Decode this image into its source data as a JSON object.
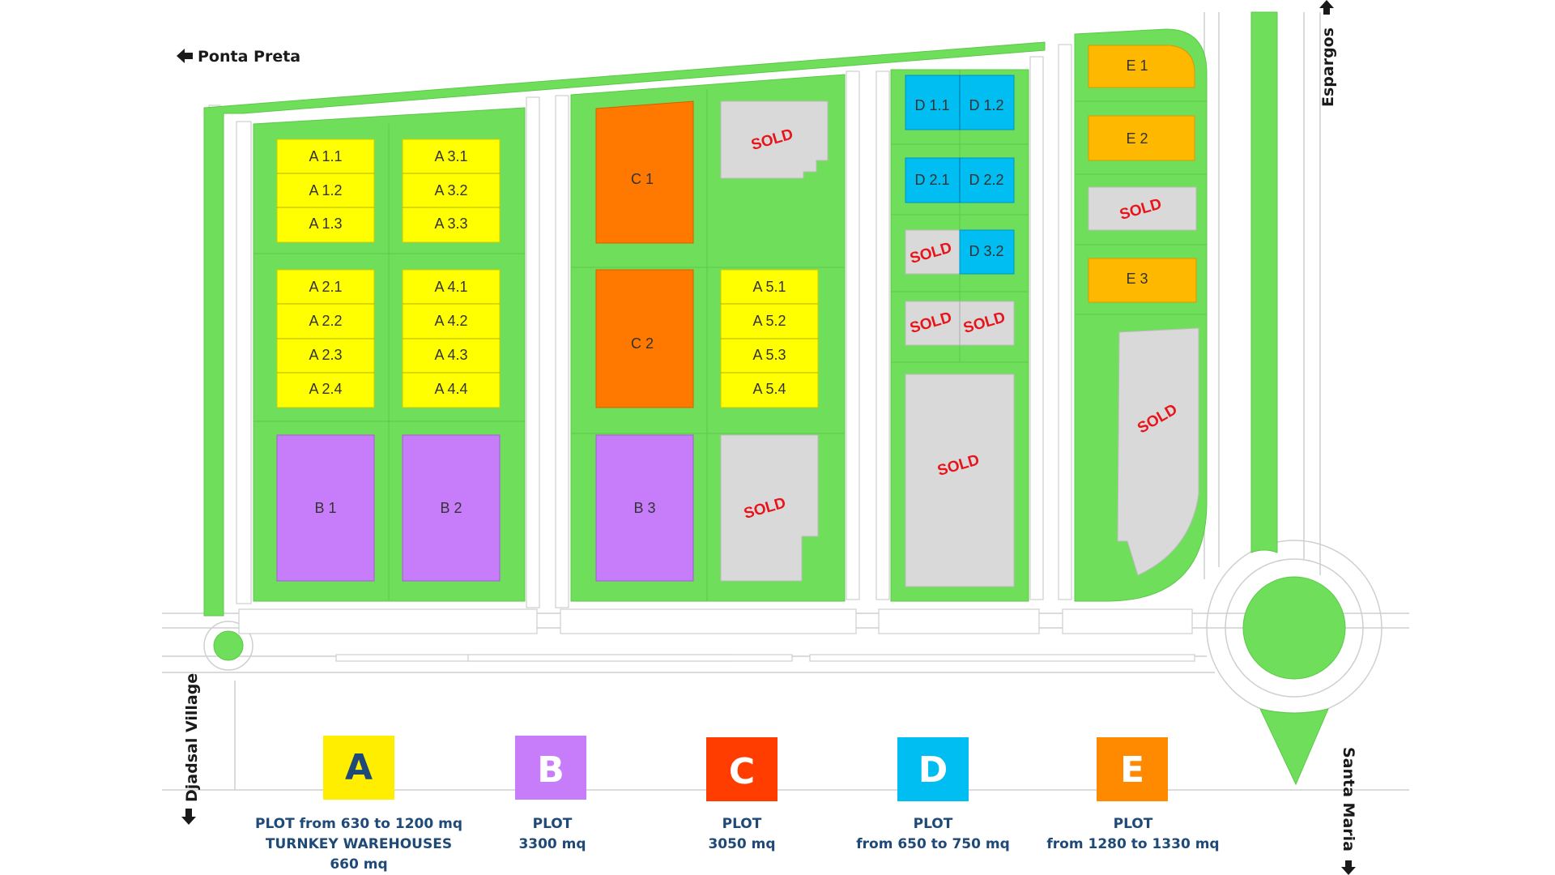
{
  "colors": {
    "green": "#6fde5a",
    "road": "#ffffff",
    "road_edge": "#cfcfcf",
    "plot_A": "#ffff00",
    "plot_B": "#c77dfa",
    "plot_C": "#ff7800",
    "plot_D": "#00bdf2",
    "plot_E": "#ffb800",
    "sold_plot": "#d9d9d9",
    "sold_text": "#e8141a",
    "legend_text": "#1f4a78",
    "legend_A": "#ffee00",
    "legend_B": "#c77dfa",
    "legend_C": "#ff3d00",
    "legend_D": "#00bdf2",
    "legend_E": "#ff8a00"
  },
  "directions": {
    "ponta_preta": "Ponta Preta",
    "espargos": "Espargos",
    "djadsal_village": "Djadsal Village",
    "santa_maria": "Santa Maria"
  },
  "plots": {
    "a1": [
      "A 1.1",
      "A 1.2",
      "A 1.3"
    ],
    "a3": [
      "A 3.1",
      "A 3.2",
      "A 3.3"
    ],
    "a2": [
      "A 2.1",
      "A 2.2",
      "A 2.3",
      "A 2.4"
    ],
    "a4": [
      "A 4.1",
      "A 4.2",
      "A 4.3",
      "A 4.4"
    ],
    "a5": [
      "A 5.1",
      "A 5.2",
      "A 5.3",
      "A 5.4"
    ],
    "b": [
      "B 1",
      "B 2",
      "B 3"
    ],
    "c": [
      "C 1",
      "C 2"
    ],
    "d": [
      "D 1.1",
      "D 1.2",
      "D 2.1",
      "D 2.2",
      "D 3.2"
    ],
    "e": [
      "E 1",
      "E 2",
      "E 3"
    ]
  },
  "sold_label": "SOLD",
  "legend": [
    {
      "letter": "A",
      "lines": [
        "PLOT from 630 to 1200 mq",
        "TURNKEY WAREHOUSES",
        "660 mq"
      ]
    },
    {
      "letter": "B",
      "lines": [
        "PLOT",
        "3300 mq"
      ]
    },
    {
      "letter": "C",
      "lines": [
        "PLOT",
        "3050 mq"
      ]
    },
    {
      "letter": "D",
      "lines": [
        "PLOT",
        "from 650 to 750 mq"
      ]
    },
    {
      "letter": "E",
      "lines": [
        "PLOT",
        "from 1280 to 1330 mq"
      ]
    }
  ]
}
